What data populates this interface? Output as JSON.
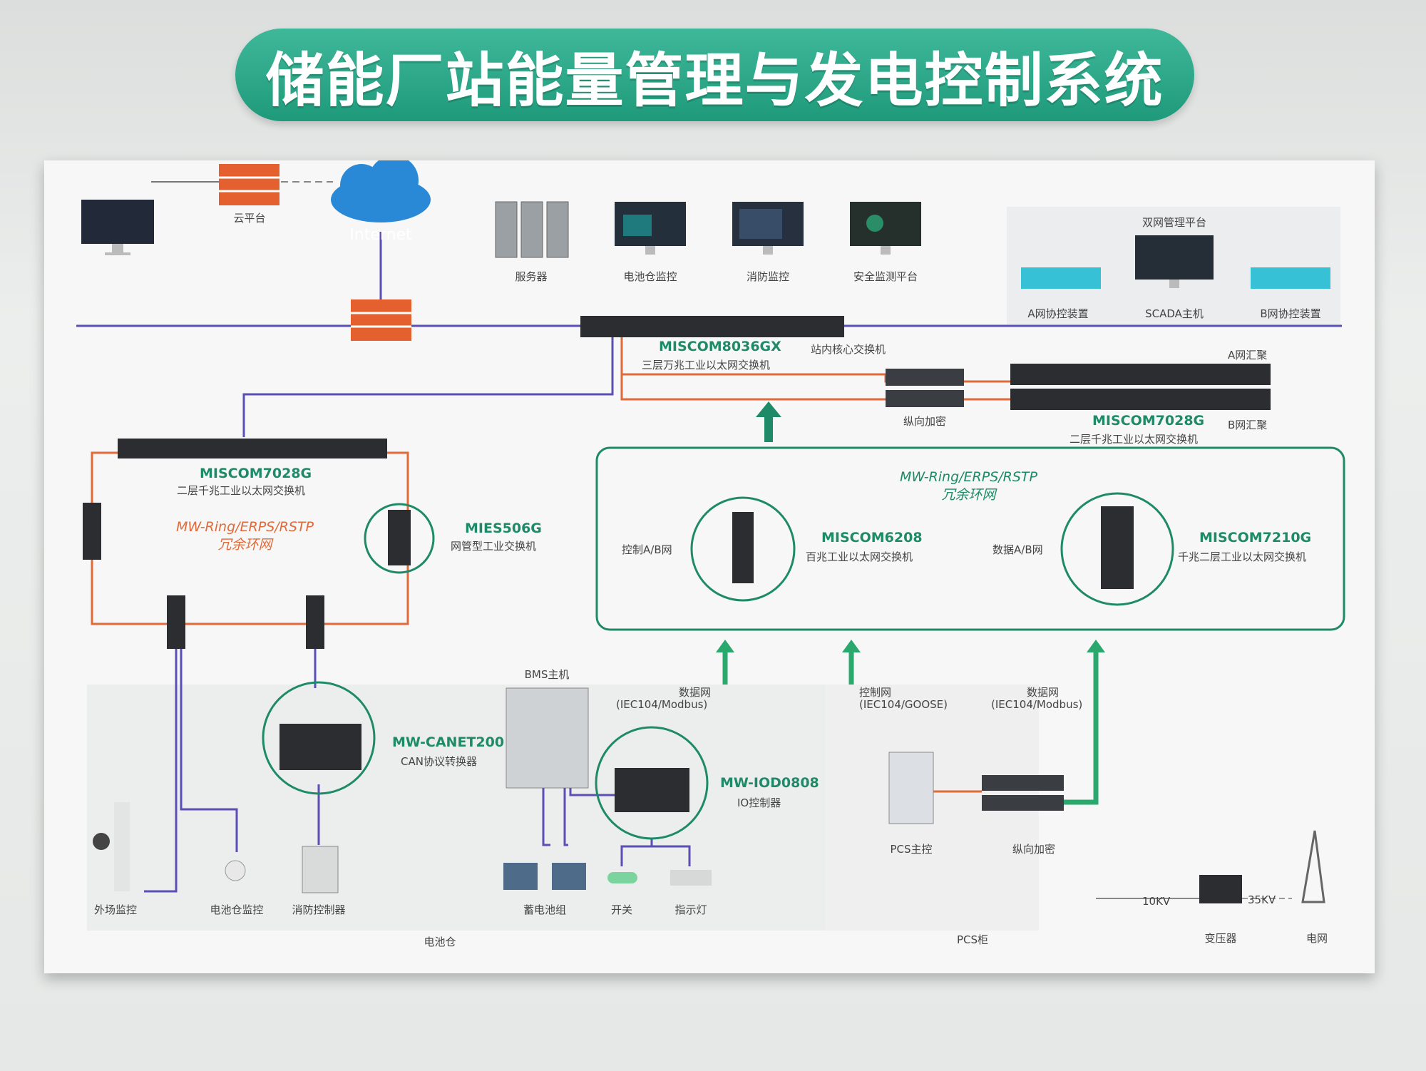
{
  "title": "储能厂站能量管理与发电控制系统",
  "colors": {
    "green": "#1e8a68",
    "orange": "#e06a3a",
    "purple": "#5a4fb5",
    "title_bg": "#26a482"
  },
  "top": {
    "internet": "Internet",
    "cloud_platform": "云平台",
    "server": "服务器",
    "battery_monitor": "电池仓监控",
    "fire_monitor": "消防监控",
    "safety_platform": "安全监测平台",
    "dual_network_platform": "双网管理平台",
    "a_net_device": "A网协控装置",
    "scada_host": "SCADA主机",
    "b_net_device": "B网协控装置"
  },
  "core": {
    "model": "MISCOM8036GX",
    "desc": "三层万兆工业以太网交换机",
    "role": "站内核心交换机"
  },
  "aggregation": {
    "a_label": "A网汇聚",
    "b_label": "B网汇聚",
    "model": "MISCOM7028G",
    "desc": "二层千兆工业以太网交换机",
    "encrypt": "纵向加密"
  },
  "left_ring": {
    "switch_model": "MISCOM7028G",
    "switch_desc": "二层千兆工业以太网交换机",
    "ring_line1": "MW-Ring/ERPS/RSTP",
    "ring_line2": "冗余环网",
    "mies_model": "MIES506G",
    "mies_desc": "网管型工业交换机"
  },
  "right_ring": {
    "ring_line1": "MW-Ring/ERPS/RSTP",
    "ring_line2": "冗余环网",
    "ctrl_net": "控制A/B网",
    "data_net": "数据A/B网",
    "m6208_model": "MISCOM6208",
    "m6208_desc": "百兆工业以太网交换机",
    "m7210_model": "MISCOM7210G",
    "m7210_desc": "千兆二层工业以太网交换机"
  },
  "battery": {
    "canet_model": "MW-CANET200",
    "canet_desc": "CAN协议转换器",
    "bms": "BMS主机",
    "data_net": "数据网",
    "data_proto": "(IEC104/Modbus)",
    "iod_model": "MW-IOD0808",
    "iod_desc": "IO控制器",
    "outdoor": "外场监控",
    "cam": "电池仓监控",
    "fire_ctrl": "消防控制器",
    "battery_pack": "蓄电池组",
    "switch": "开关",
    "indicator": "指示灯",
    "section": "电池仓"
  },
  "pcs": {
    "ctrl_net": "控制网",
    "ctrl_proto": "(IEC104/GOOSE)",
    "data_net": "数据网",
    "data_proto": "(IEC104/Modbus)",
    "pcs_main": "PCS主控",
    "encrypt": "纵向加密",
    "section": "PCS柜",
    "v10": "10KV",
    "v35": "35KV",
    "transformer": "变压器",
    "grid": "电网"
  }
}
